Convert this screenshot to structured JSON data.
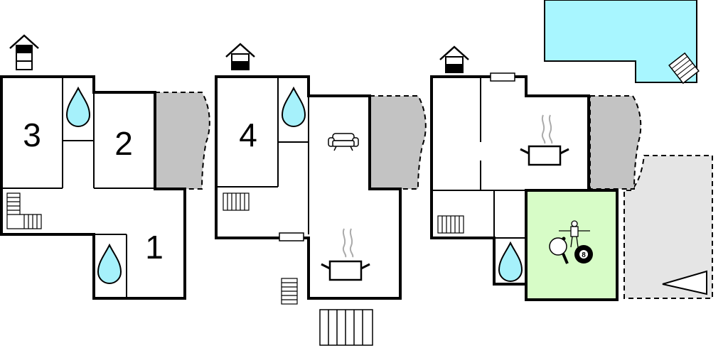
{
  "colors": {
    "wall": "#000000",
    "background": "#ffffff",
    "water": "#a6f1fb",
    "pool": "#a8f6ff",
    "terrace": "#c3c3c3",
    "patio": "#e5e5e5",
    "game_room": "#d7fcc7"
  },
  "floors": [
    {
      "entrance_icon": "house-entrance-icon",
      "rooms": [
        {
          "label": "3",
          "icon": "bedroom"
        },
        {
          "label": "2",
          "icon": "bedroom"
        },
        {
          "label": "1",
          "icon": "bedroom"
        }
      ],
      "icons": [
        "water-drop-icon",
        "water-drop-icon",
        "staircase-icon"
      ],
      "outdoor": [
        "terrace"
      ]
    },
    {
      "entrance_icon": "house-entrance-icon",
      "rooms": [
        {
          "label": "4",
          "icon": "bedroom"
        }
      ],
      "icons": [
        "water-drop-icon",
        "sofa-icon",
        "cooking-pot-icon",
        "staircase-icon",
        "staircase-icon",
        "entrance-steps-icon"
      ],
      "outdoor": [
        "terrace"
      ]
    },
    {
      "entrance_icon": "house-entrance-icon",
      "rooms": [],
      "icons": [
        "cooking-pot-icon",
        "staircase-icon",
        "water-drop-icon",
        "table-football-icon",
        "ping-pong-icon",
        "billiard-ball-icon",
        "sun-lounger-icon"
      ],
      "outdoor": [
        "terrace",
        "patio",
        "swimming-pool"
      ],
      "billiard_ball_number": "8"
    }
  ]
}
